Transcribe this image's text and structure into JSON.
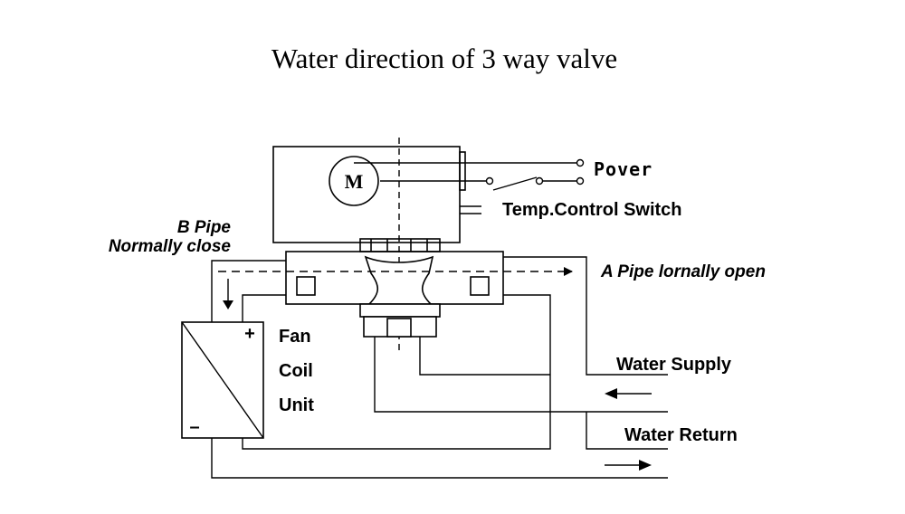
{
  "title": "Water direction of 3 way valve",
  "motor": {
    "label": "M"
  },
  "labels": {
    "power": "Pover",
    "temp_switch": "Temp.Control Switch",
    "b_pipe_line1": "B Pipe",
    "b_pipe_line2": "Normally close",
    "a_pipe": "A Pipe lornally open",
    "fan_line1": "Fan",
    "fan_line2": "Coil",
    "fan_line3": "Unit",
    "water_supply": "Water Supply",
    "water_return": "Water Return",
    "plus": "+",
    "minus": "–"
  }
}
